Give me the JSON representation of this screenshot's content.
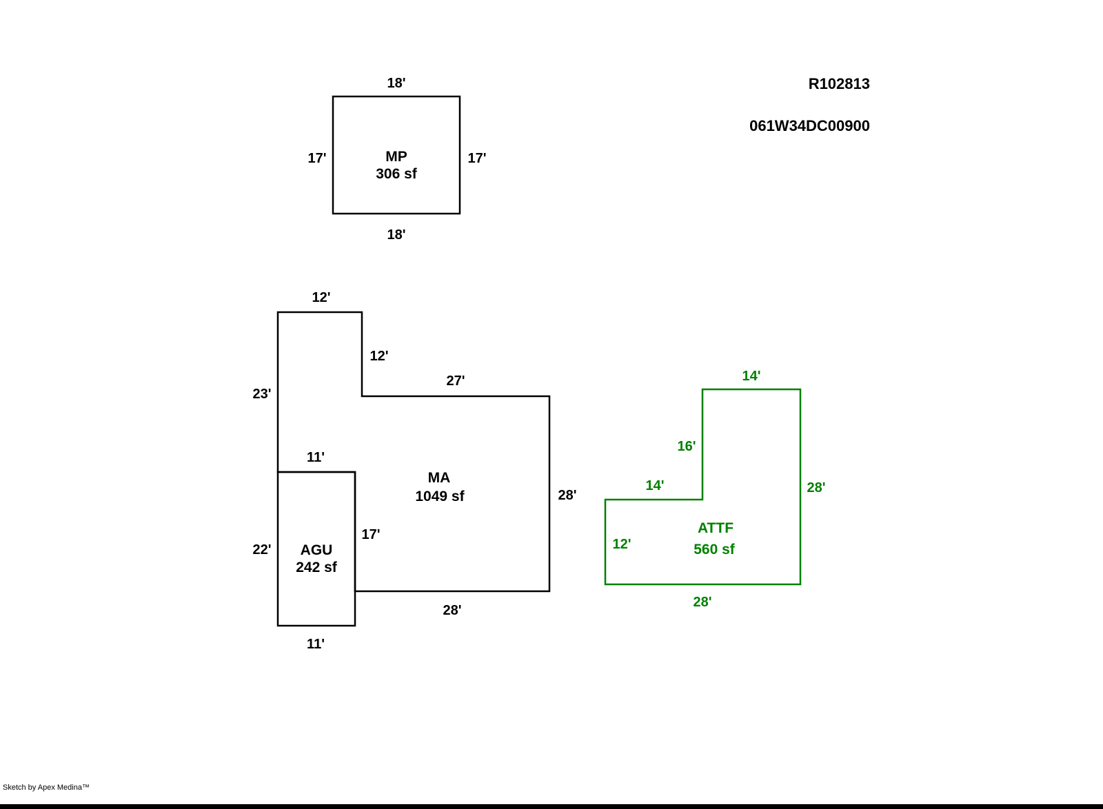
{
  "header": {
    "record_id": "R102813",
    "parcel_id": "061W34DC00900"
  },
  "footer": {
    "credit": "Sketch by Apex Medina™"
  },
  "colors": {
    "outline": "#000000",
    "attf": "#008000"
  },
  "areas": {
    "mp": {
      "label": "MP",
      "area": "306 sf",
      "dim_top": "18'",
      "dim_left": "17'",
      "dim_right": "17'",
      "dim_bottom": "18'"
    },
    "ma": {
      "label": "MA",
      "area": "1049 sf",
      "dim_notch_top": "12'",
      "dim_notch_right": "12'",
      "dim_top": "27'",
      "dim_left": "23'",
      "dim_step": "11'",
      "dim_right": "28'",
      "dim_inner_left": "17'",
      "dim_bottom": "28'"
    },
    "agu": {
      "label": "AGU",
      "area": "242 sf",
      "dim_left": "22'",
      "dim_bottom": "11'"
    },
    "attf": {
      "label": "ATTF",
      "area": "560 sf",
      "dim_top": "14'",
      "dim_upper_left": "16'",
      "dim_mid_top": "14'",
      "dim_left": "12'",
      "dim_right": "28'",
      "dim_bottom": "28'"
    }
  }
}
